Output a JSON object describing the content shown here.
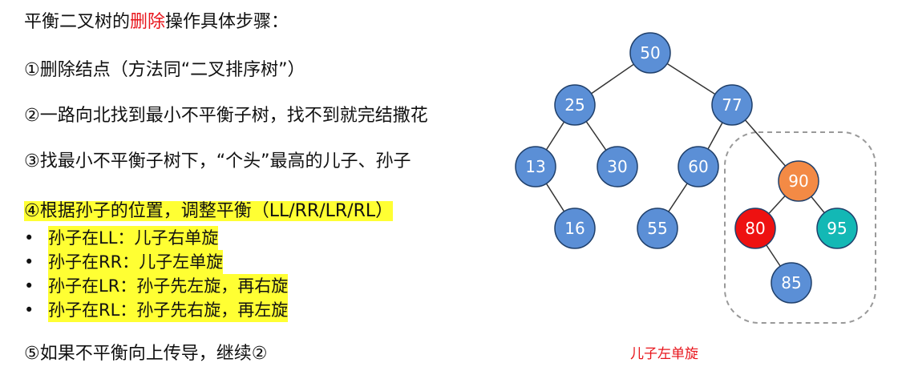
{
  "text": {
    "title_pre": "平衡二叉树的",
    "title_red": "删除",
    "title_post": "操作具体步骤：",
    "step1": "①删除结点（方法同“二叉排序树”）",
    "step2": "②一路向北找到最小不平衡子树，找不到就完结撒花",
    "step3": "③找最小不平衡子树下，“个头”最高的儿子、孙子",
    "step4": "④根据孙子的位置，调整平衡（LL/RR/LR/RL）",
    "bullets": [
      {
        "bullet": "•",
        "text": "孙子在LL：儿子右单旋"
      },
      {
        "bullet": "•",
        "text": "孙子在RR：儿子左单旋"
      },
      {
        "bullet": "•",
        "text": "孙子在LR：孙子先左旋，再右旋"
      },
      {
        "bullet": "•",
        "text": "孙子在RL：孙子先右旋，再左旋"
      }
    ],
    "step5": "⑤如果不平衡向上传导，继续②",
    "caption": "儿子左单旋"
  },
  "colors": {
    "node_default": "#5b8fd6",
    "node_stroke": "#1f3f6a",
    "node_orange": "#f38a45",
    "node_red": "#ee1111",
    "node_teal": "#13b8b5",
    "highlight": "#ffff33",
    "accent_red": "#e8141b",
    "edge": "#333333",
    "dashed_box": "#999999"
  },
  "tree": {
    "nodes": [
      {
        "id": "50",
        "label": "50",
        "color": "node_default"
      },
      {
        "id": "25",
        "label": "25",
        "color": "node_default"
      },
      {
        "id": "77",
        "label": "77",
        "color": "node_default"
      },
      {
        "id": "13",
        "label": "13",
        "color": "node_default"
      },
      {
        "id": "30",
        "label": "30",
        "color": "node_default"
      },
      {
        "id": "60",
        "label": "60",
        "color": "node_default"
      },
      {
        "id": "90",
        "label": "90",
        "color": "node_orange"
      },
      {
        "id": "16",
        "label": "16",
        "color": "node_default"
      },
      {
        "id": "55",
        "label": "55",
        "color": "node_default"
      },
      {
        "id": "80",
        "label": "80",
        "color": "node_red"
      },
      {
        "id": "95",
        "label": "95",
        "color": "node_teal"
      },
      {
        "id": "85",
        "label": "85",
        "color": "node_default"
      }
    ],
    "edges": [
      [
        "50",
        "25"
      ],
      [
        "50",
        "77"
      ],
      [
        "25",
        "13"
      ],
      [
        "25",
        "30"
      ],
      [
        "77",
        "60"
      ],
      [
        "77",
        "90"
      ],
      [
        "13",
        "16"
      ],
      [
        "60",
        "55"
      ],
      [
        "90",
        "80"
      ],
      [
        "90",
        "95"
      ],
      [
        "80",
        "85"
      ]
    ]
  }
}
